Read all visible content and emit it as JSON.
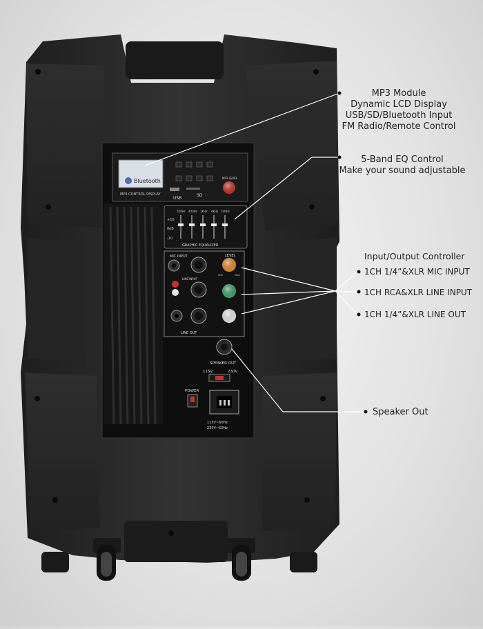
{
  "callouts": {
    "mp3": {
      "line1": "MP3 Module",
      "line2": "Dynamic LCD Display",
      "line3": "USB/SD/Bluetooth Input",
      "line4": "FM Radio/Remote Control"
    },
    "eq": {
      "line1": "5-Band EQ Control",
      "line2": "Make your sound adjustable"
    },
    "io": {
      "title": "Input/Output Controller",
      "mic": "1CH 1/4”&XLR MIC INPUT",
      "line_in": "1CH RCA&XLR LINE INPUT",
      "line_out": "1CH 1/4”&XLR LINE OUT"
    },
    "speaker_out": "Speaker Out"
  },
  "panel": {
    "lcd_text": "Bluetooth",
    "mp3_label": "MP3 CONTROL DISPLAY",
    "usb": "USB",
    "sd": "SD",
    "mp3_level": "MP3 LEVEL",
    "eq_freqs": [
      "100Hz",
      "400Hz",
      "1KHz",
      "4KHz",
      "10KHz"
    ],
    "eq_scale_top": "+10",
    "eq_scale_mid": "0dB",
    "eq_scale_bot": "-10",
    "eq_title": "GRAPHIC EQUALIZER",
    "mic_input": "MIC INPUT",
    "line_input": "LINE INPUT",
    "line_out": "LINE OUT",
    "level": "LEVEL",
    "speaker_out": "SPEAKER OUT",
    "v115": "115V",
    "v230": "230V",
    "power": "POWER",
    "rating1": "115V~60Hz",
    "rating2": "230V~50Hz",
    "min": "MIN",
    "max": "MAX"
  },
  "colors": {
    "cabinet": "#2b2b2b",
    "panel": "#111111",
    "knob_orange": "#e08a2e",
    "knob_green": "#3fa36a",
    "knob_white": "#e6e6e6",
    "knob_red": "#c8312a"
  }
}
